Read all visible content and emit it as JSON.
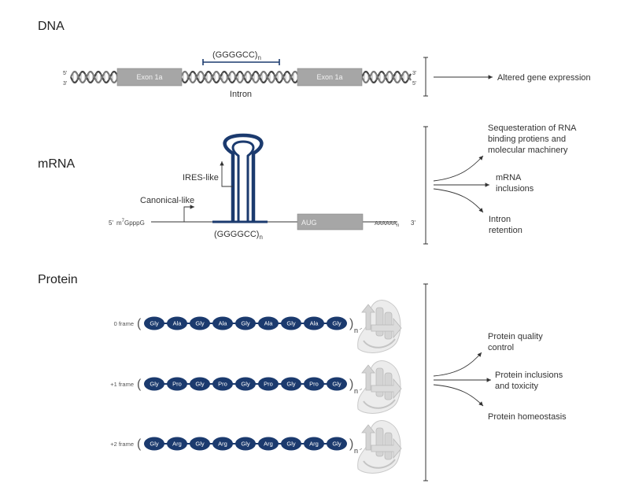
{
  "dna": {
    "title": "DNA",
    "five_prime_top": "5'",
    "three_prime_bottom": "3'",
    "three_prime_top": "3'",
    "five_prime_bottom": "5'",
    "exon_left": "Exon 1a",
    "exon_right": "Exon 1a",
    "repeat": "(GGGGCC)",
    "repeat_sub": "n",
    "intron": "Intron",
    "outcome": "Altered gene expression"
  },
  "mrna": {
    "title": "mRNA",
    "ires": "IRES-like",
    "canonical": "Canonical-like",
    "cap_five": "5'",
    "cap_m": "m",
    "cap_sup": "7",
    "cap_rest": "GpppG",
    "aug": "AUG",
    "polya": "AAAAAA",
    "polya_sub": "n",
    "three_prime": "3'",
    "repeat": "(GGGGCC)",
    "repeat_sub": "n",
    "outcomes": [
      [
        "Sequesteration of RNA",
        "binding protiens and",
        "molecular machinery"
      ],
      [
        "mRNA",
        "inclusions"
      ],
      [
        "Intron",
        "retention"
      ]
    ]
  },
  "protein": {
    "title": "Protein",
    "rows": [
      {
        "frame": "0 frame",
        "beads": [
          "Gly",
          "Ala",
          "Gly",
          "Ala",
          "Gly",
          "Ala",
          "Gly",
          "Ala",
          "Gly"
        ],
        "sub": "n"
      },
      {
        "frame": "+1 frame",
        "beads": [
          "Gly",
          "Pro",
          "Gly",
          "Pro",
          "Gly",
          "Pro",
          "Gly",
          "Pro",
          "Gly"
        ],
        "sub": "n"
      },
      {
        "frame": "+2 frame",
        "beads": [
          "Gly",
          "Arg",
          "Gly",
          "Arg",
          "Gly",
          "Arg",
          "Gly",
          "Arg",
          "Gly"
        ],
        "sub": "n"
      }
    ],
    "outcomes": [
      [
        "Protein quality",
        "control"
      ],
      [
        "Protein inclusions",
        "and toxicity"
      ],
      [
        "Protein homeostasis"
      ]
    ]
  },
  "colors": {
    "navy": "#1b3a6e",
    "exon": "#a6a6a6",
    "line": "#333333",
    "protein_icon": "#d4d4d4"
  }
}
